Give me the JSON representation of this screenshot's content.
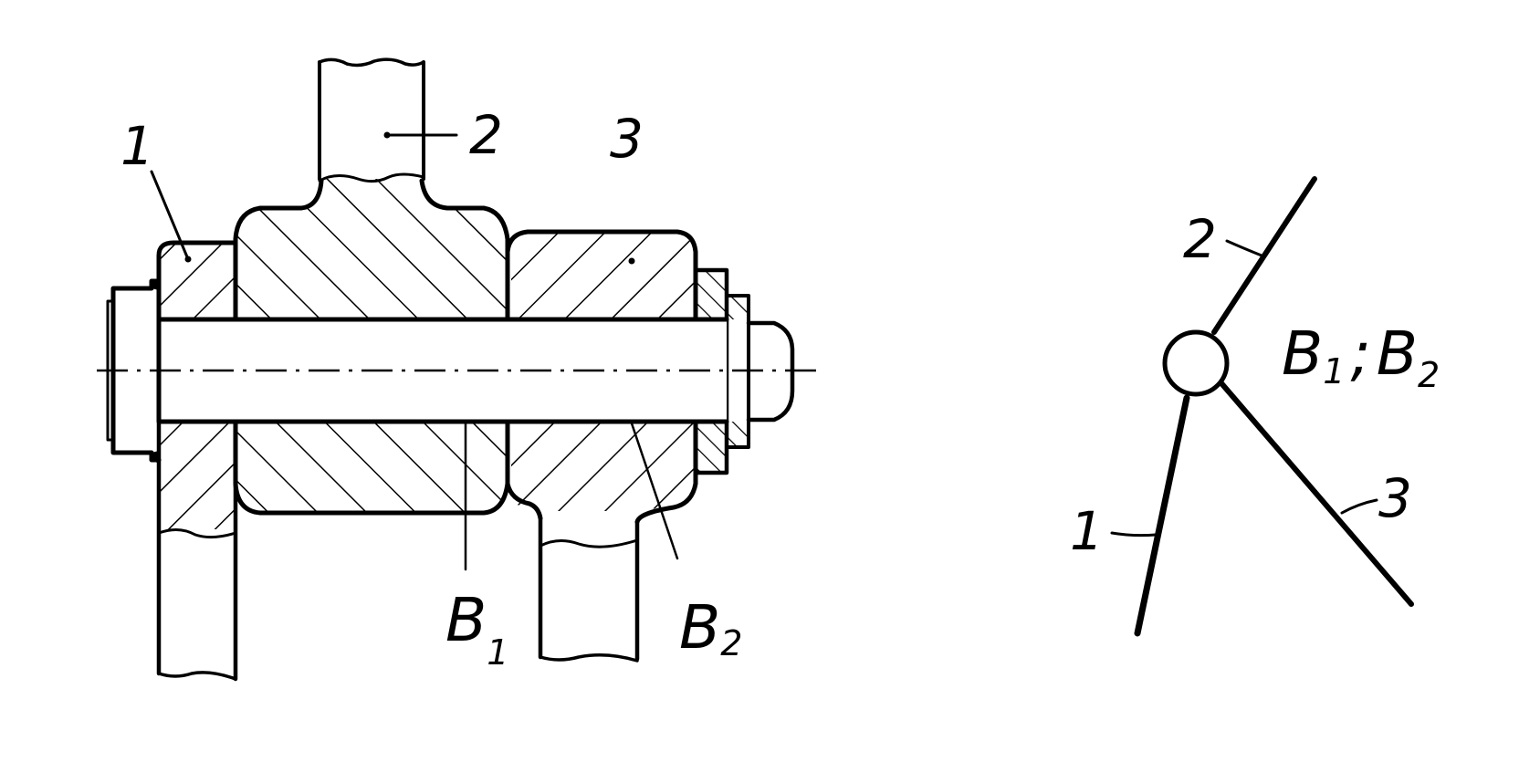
{
  "figure": {
    "assembly_labels": {
      "part1": "1",
      "part2": "2",
      "part3": "3",
      "b1_letter": "B",
      "b1_sub": "1",
      "b2_letter": "B",
      "b2_sub": "2"
    },
    "scheme_labels": {
      "link1": "1",
      "link2": "2",
      "link3": "3",
      "joint_b1_letter": "B",
      "joint_b1_sub": "1",
      "separator": ";",
      "joint_b2_letter": "B",
      "joint_b2_sub": "2"
    }
  },
  "colors": {
    "ink": "#000000",
    "paper": "#ffffff"
  }
}
